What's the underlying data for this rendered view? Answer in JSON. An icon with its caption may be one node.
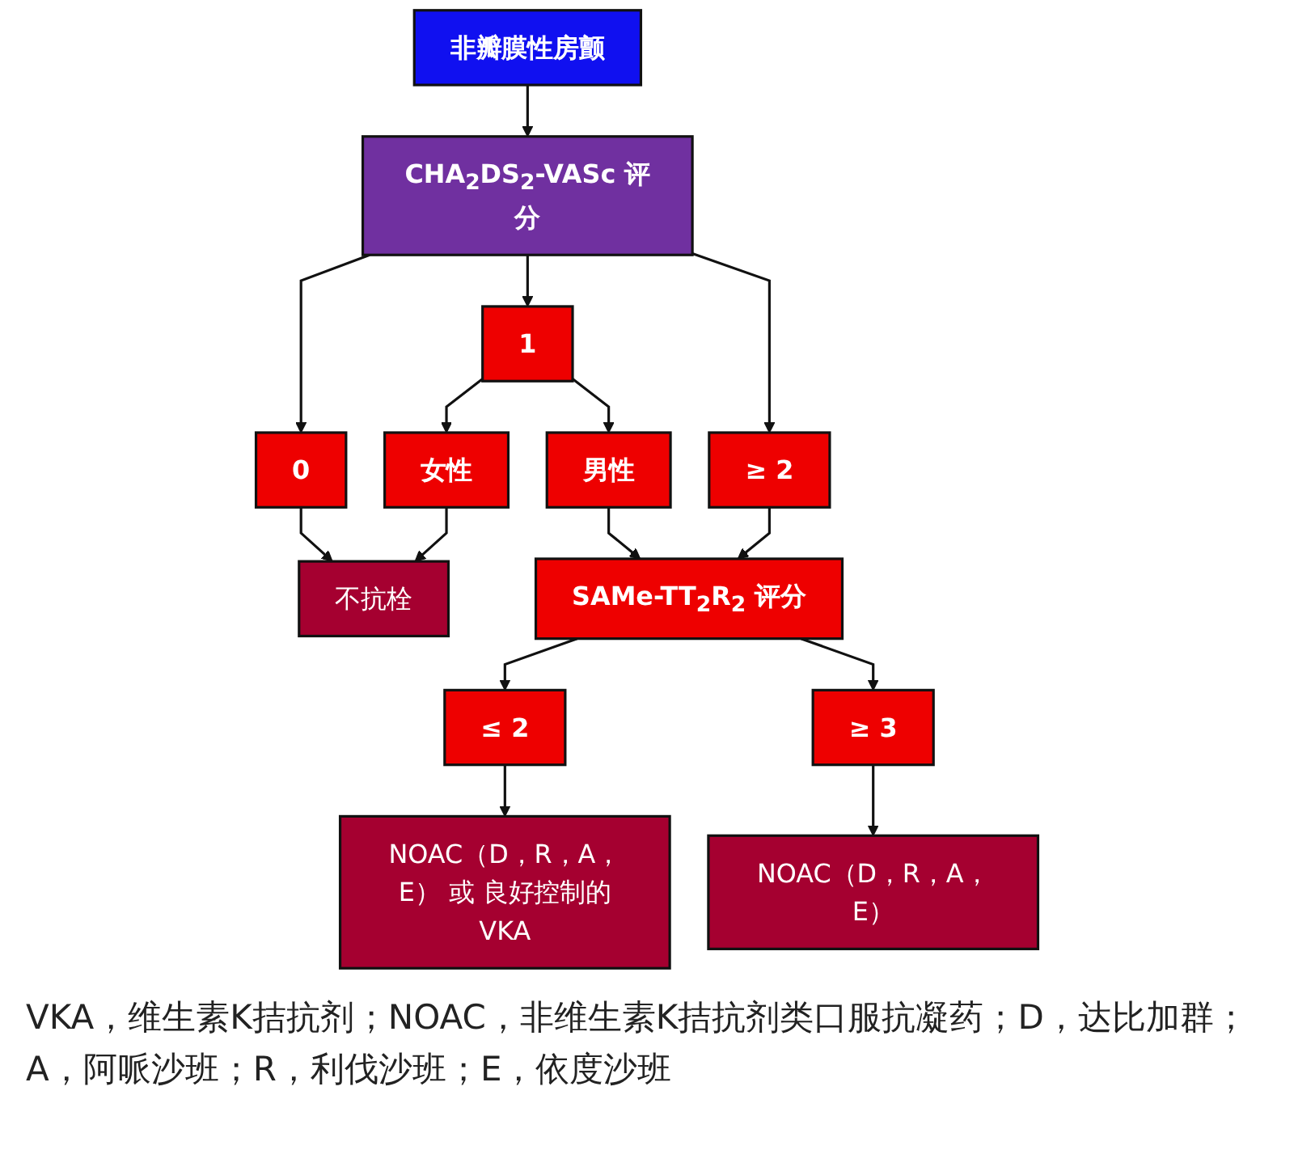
{
  "diagram": {
    "nodes": [
      {
        "text": [
          "非瓣膜性房颤"
        ]
      },
      {
        "text": [
          "CHA$_{2}$DS$_{2}$-VASc 评分"
        ]
      },
      {
        "text": [
          "0"
        ]
      },
      {
        "text": [
          "1"
        ]
      },
      {
        "text": [
          "≥ 2"
        ]
      },
      {
        "text": [
          "女性"
        ]
      },
      {
        "text": [
          "男性"
        ]
      },
      {
        "text": [
          "SAMe-TT$_{2}$R$_{2}$ 评分"
        ]
      },
      {
        "text": [
          "≤ 2"
        ]
      },
      {
        "text": [
          "≥ 3"
        ]
      },
      {
        "text": [
          "不抗栓"
        ]
      },
      {
        "text": [
          "NOAC（D，R，A，E） 或 良好控制的VKA"
        ]
      },
      {
        "text": [
          "NOAC（D，R，A，E）"
        ]
      }
    ],
    "edges": [
      {
        "from": 0,
        "to": 1,
        "arrow": "to"
      },
      {
        "from": 1,
        "to": 2,
        "arrow": "to"
      },
      {
        "from": 1,
        "to": 3,
        "arrow": "to"
      },
      {
        "from": 1,
        "to": 4,
        "arrow": "to"
      },
      {
        "from": 3,
        "to": 5,
        "arrow": "to"
      },
      {
        "from": 3,
        "to": 6,
        "arrow": "to"
      },
      {
        "from": 6,
        "to": 7,
        "arrow": "to"
      },
      {
        "from": 4,
        "to": 7,
        "arrow": "to"
      },
      {
        "from": 7,
        "to": 8,
        "arrow": "to"
      },
      {
        "from": 7,
        "to": 9,
        "arrow": "to"
      },
      {
        "from": 2,
        "to": 10,
        "arrow": "to"
      },
      {
        "from": 5,
        "to": 10,
        "arrow": "to"
      },
      {
        "from": 8,
        "to": 11,
        "arrow": "to"
      },
      {
        "from": 9,
        "to": 12,
        "arrow": "to"
      }
    ],
    "labels": [
      "VKA，维生素K拮抗剂；NOAC，非维生素K拮抗剂类口服抗凝药；D，达比加群；A，阿哌沙班；R，利伐沙班；E，依度沙班"
    ]
  }
}
